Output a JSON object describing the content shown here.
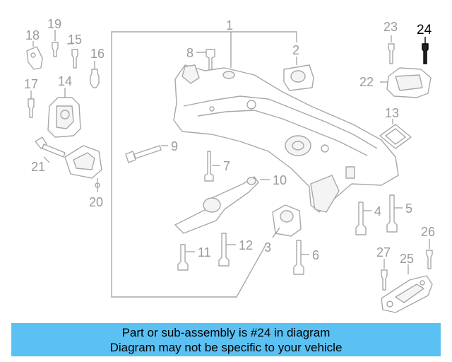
{
  "diagram": {
    "callouts": {
      "c1": "1",
      "c2": "2",
      "c3": "3",
      "c4": "4",
      "c5": "5",
      "c6": "6",
      "c7": "7",
      "c8": "8",
      "c9": "9",
      "c10": "10",
      "c11": "11",
      "c12": "12",
      "c13": "13",
      "c14": "14",
      "c15": "15",
      "c16": "16",
      "c17": "17",
      "c18": "18",
      "c19": "19",
      "c20": "20",
      "c21": "21",
      "c22": "22",
      "c23": "23",
      "c24": "24",
      "c25": "25",
      "c26": "26",
      "c27": "27"
    },
    "highlighted_part": "24",
    "highlight_color": "#000000",
    "line_color": "#a8a8a8"
  },
  "banner": {
    "line1": "Part or sub-assembly is #24 in diagram",
    "line2": "Diagram may not be specific to your vehicle",
    "color": "#5bc0f2"
  }
}
